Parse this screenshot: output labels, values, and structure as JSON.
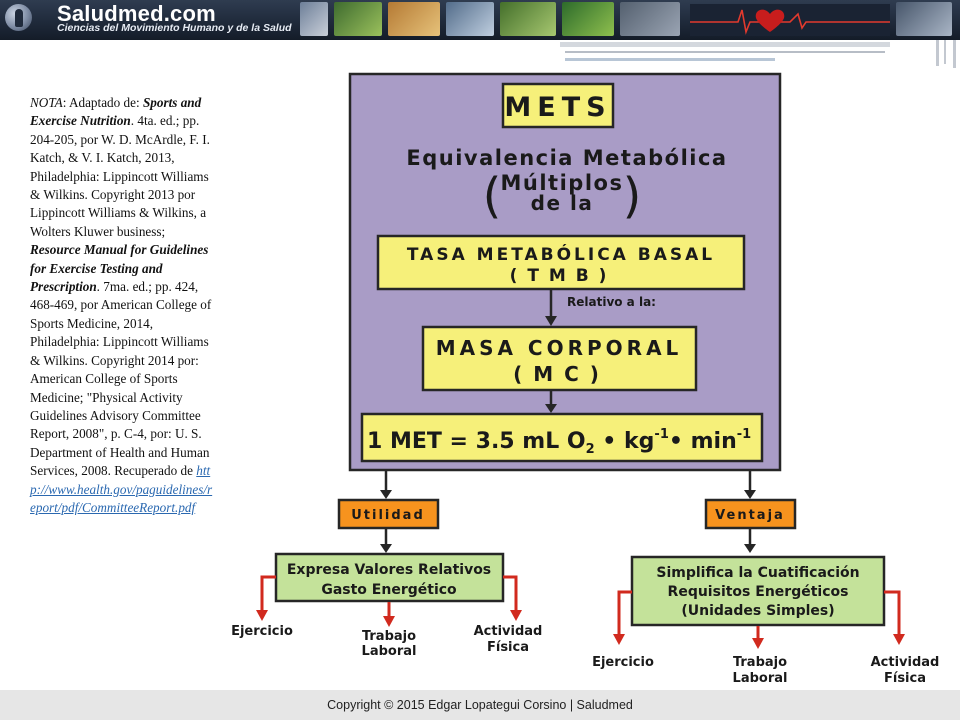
{
  "header": {
    "brand": "Saludmed.com",
    "tagline": "Ciencias del Movimiento Humano y de la Salud"
  },
  "note": {
    "nota_label": "NOTA",
    "p1": ": Adaptado de: ",
    "book1": "Sports and Exercise Nutrition",
    "p2": ". 4ta. ed.; pp. 204-205, por W. D. McArdle, F. I. Katch, & V. I. Katch, 2013, Philadelphia: Lippincott Williams & Wilkins. Copyright 2013 por Lippincott Williams & Wilkins, a Wolters Kluwer business; ",
    "book2": "Resource Manual for Guidelines for Exercise Testing and Prescription",
    "p3": ". 7ma. ed.; pp. 424, 468-469, por American College of Sports Medicine, 2014, Philadelphia: Lippincott Williams & Wilkins. Copyright 2014 por: American College of Sports Medicine; \"Physical Activity Guidelines Advisory Committee Report, 2008\", p. C-4, por: U. S. Department of Health and Human Services, 2008. Recuperado de ",
    "link": "http://www.health.gov/paguidelines/report/pdf/CommitteeReport.pdf"
  },
  "diagram": {
    "mets": "METS",
    "equivalencia": "Equivalencia Metabólica",
    "multiplos": "Múltiplos",
    "dela": "de la",
    "paren_left": "(",
    "paren_right": ")",
    "tmb_line1": "TASA METABÓLICA BASAL",
    "tmb_line2": "( T M B )",
    "relativo": "Relativo a la:",
    "mc_line1": "MASA CORPORAL",
    "mc_line2": "( M C )",
    "formula_main": "1 MET = 3.5 mL O",
    "formula_sub": "2",
    "formula_dot1": " • ",
    "formula_kg": "kg",
    "formula_exp1": "-1",
    "formula_dot2": "• ",
    "formula_min": "min",
    "formula_exp2": "-1",
    "utilidad": "Utilidad",
    "ventaja": "Ventaja",
    "util_box_l1": "Expresa Valores Relativos",
    "util_box_l2": "Gasto Energético",
    "vent_box_l1": "Simplifica la Cuatificación",
    "vent_box_l2": "Requisitos Energéticos",
    "vent_box_l3": "(Unidades Simples)",
    "u_ejercicio": "Ejercicio",
    "u_trabajo_l1": "Trabajo",
    "u_trabajo_l2": "Laboral",
    "u_actividad_l1": "Actividad",
    "u_actividad_l2": "Física",
    "v_ejercicio": "Ejercicio",
    "v_trabajo_l1": "Trabajo",
    "v_trabajo_l2": "Laboral",
    "v_actividad_l1": "Actividad",
    "v_actividad_l2": "Física"
  },
  "colors": {
    "purple_panel": "#a99cc6",
    "yellow_box": "#f6f07a",
    "orange_box": "#f7931e",
    "green_box": "#c4e29a",
    "arrow_red": "#d12a1e",
    "arrow_dark": "#262626"
  },
  "footer": {
    "text": "Copyright © 2015 Edgar Lopategui Corsino | Saludmed"
  }
}
